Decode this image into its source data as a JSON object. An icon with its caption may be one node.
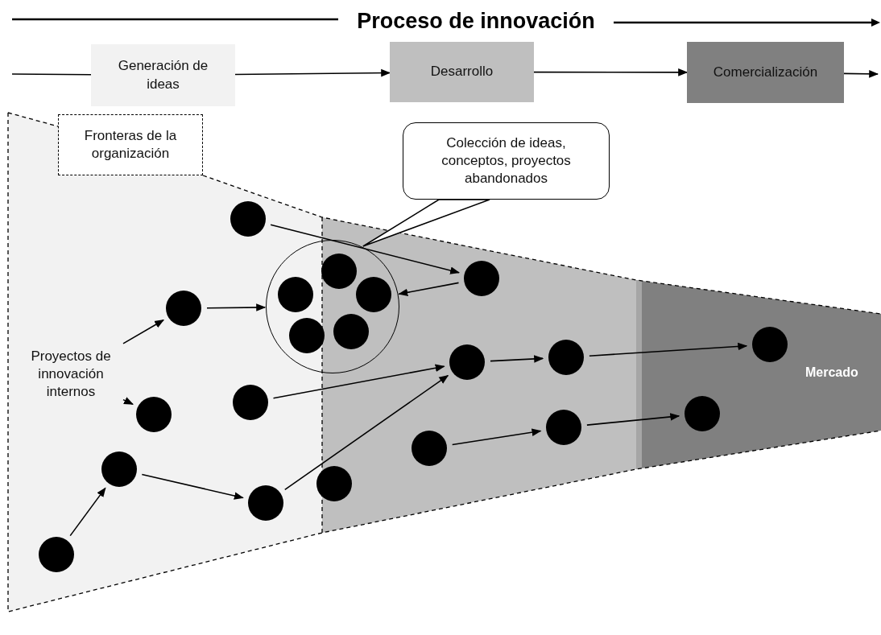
{
  "diagram": {
    "title": "Proceso de innovación",
    "nodes": [
      {
        "text": [
          "Generación de ideas"
        ]
      },
      {
        "text": [
          "Desarrollo"
        ]
      },
      {
        "text": [
          "Comercialización"
        ]
      },
      {
        "text": [
          "Fronteras de la organización"
        ]
      },
      {
        "text": [
          "Colección de ideas, conceptos, proyectos abandonados"
        ]
      },
      {
        "text": [],
        "shape": "circle"
      },
      {
        "text": [],
        "shape": "circle",
        "in": 5
      },
      {
        "text": [],
        "shape": "circle",
        "in": 5
      },
      {
        "text": [],
        "shape": "circle",
        "in": 5
      },
      {
        "text": [],
        "shape": "circle",
        "in": 5
      },
      {
        "text": [],
        "shape": "circle",
        "in": 5
      },
      {
        "text": [],
        "shape": "circle"
      },
      {
        "text": [],
        "shape": "circle"
      },
      {
        "text": [],
        "shape": "circle"
      },
      {
        "text": [
          "Proyectos de innovación internos"
        ]
      },
      {
        "text": [],
        "shape": "circle"
      },
      {
        "text": [],
        "shape": "circle"
      },
      {
        "text": [],
        "shape": "circle"
      },
      {
        "text": [],
        "shape": "circle"
      },
      {
        "text": [],
        "shape": "circle"
      },
      {
        "text": [],
        "shape": "circle"
      },
      {
        "text": [],
        "shape": "circle"
      },
      {
        "text": [],
        "shape": "circle"
      },
      {
        "text": [],
        "shape": "circle"
      },
      {
        "text": [],
        "shape": "circle"
      },
      {
        "text": [],
        "shape": "circle"
      },
      {
        "text": [],
        "shape": "circle"
      }
    ],
    "edges": [
      {
        "from": null,
        "to": 0,
        "arrow": "none"
      },
      {
        "from": 0,
        "to": 1,
        "arrow": "to"
      },
      {
        "from": 1,
        "to": 2,
        "arrow": "to"
      },
      {
        "from": 2,
        "to": null,
        "arrow": "to"
      },
      {
        "from": 4,
        "to": 5,
        "arrow": "none"
      },
      {
        "from": 11,
        "to": 12,
        "arrow": "to"
      },
      {
        "from": 12,
        "to": 5,
        "arrow": "to"
      },
      {
        "from": 13,
        "to": 5,
        "arrow": "to"
      },
      {
        "from": 14,
        "to": 13,
        "arrow": "to"
      },
      {
        "from": 14,
        "to": 20,
        "arrow": "to"
      },
      {
        "from": 18,
        "to": 17,
        "arrow": "to"
      },
      {
        "from": 25,
        "to": 17,
        "arrow": "to"
      },
      {
        "from": 17,
        "to": 16,
        "arrow": "to"
      },
      {
        "from": 16,
        "to": 15,
        "arrow": "to"
      },
      {
        "from": 22,
        "to": 21,
        "arrow": "to"
      },
      {
        "from": 21,
        "to": 19,
        "arrow": "to"
      },
      {
        "from": 26,
        "to": 23,
        "arrow": "to"
      },
      {
        "from": 23,
        "to": 25,
        "arrow": "to"
      }
    ],
    "labels": [
      "Mercado"
    ]
  }
}
